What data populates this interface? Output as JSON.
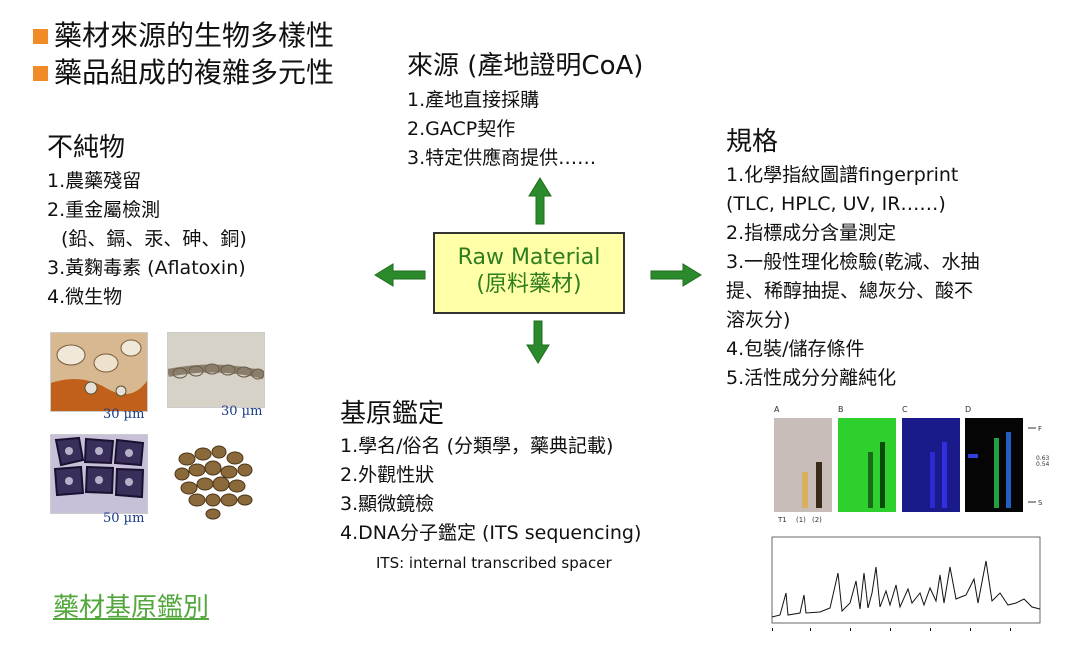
{
  "bullets": [
    "藥材來源的生物多樣性",
    "藥品組成的複雜多元性"
  ],
  "source": {
    "title": "來源 (產地證明CoA)",
    "items": [
      "1.產地直接採購",
      "2.GACP契作",
      "3.特定供應商提供……"
    ]
  },
  "impurities": {
    "title": "不純物",
    "items": [
      "1.農藥殘留",
      "2.重金屬檢測",
      "  (鉛、鎘、汞、砷、銅)",
      "3.黃麴毒素 (Aflatoxin)",
      "4.微生物"
    ]
  },
  "spec": {
    "title": "規格",
    "items": [
      "1.化學指紋圖譜fingerprint",
      "(TLC, HPLC, UV, IR……)",
      "2.指標成分含量測定",
      "3.一般性理化檢驗(乾減、水抽",
      "提、稀醇抽提、總灰分、酸不",
      "溶灰分)",
      "4.包裝/儲存條件",
      "5.活性成分分離純化"
    ]
  },
  "center": {
    "line1": "Raw Material",
    "line2": "(原料藥材)"
  },
  "identification": {
    "title": "基原鑑定",
    "items": [
      "1.學名/俗名 (分類學，藥典記載)",
      "2.外觀性狀",
      "3.顯微鏡檢",
      "4.DNA分子鑑定 (ITS sequencing)"
    ],
    "note": "ITS: internal transcribed spacer"
  },
  "micro_scales": [
    "30 µm",
    "30 µm",
    "50 µm"
  ],
  "tlc_panels": [
    "A",
    "B",
    "C",
    "D"
  ],
  "tlc_lanes": [
    "T1",
    "(1)",
    "(2)"
  ],
  "tlc_rf": [
    "F",
    "0.63",
    "0.54",
    "S"
  ],
  "footer": "藥材基原鑑別",
  "colors": {
    "accent": "#f08c28",
    "arrow": "#2b8a2b",
    "center_fill": "#ffffa8",
    "center_text": "#2e7d1e",
    "footer": "#53a73d"
  }
}
